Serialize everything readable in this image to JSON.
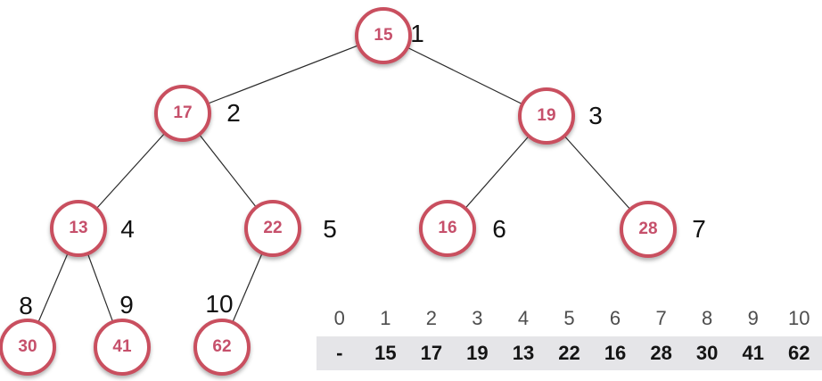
{
  "tree": {
    "nodes": [
      {
        "heap_index": "1",
        "value": "15",
        "label": "1"
      },
      {
        "heap_index": "2",
        "value": "17",
        "label": "2"
      },
      {
        "heap_index": "3",
        "value": "19",
        "label": "3"
      },
      {
        "heap_index": "4",
        "value": "13",
        "label": "4"
      },
      {
        "heap_index": "5",
        "value": "22",
        "label": "5"
      },
      {
        "heap_index": "6",
        "value": "16",
        "label": "6"
      },
      {
        "heap_index": "7",
        "value": "28",
        "label": "7"
      },
      {
        "heap_index": "8",
        "value": "30",
        "label": "8"
      },
      {
        "heap_index": "9",
        "value": "41",
        "label": "9"
      },
      {
        "heap_index": "10",
        "value": "62",
        "label": "10"
      }
    ],
    "edges": [
      [
        "1",
        "2"
      ],
      [
        "1",
        "3"
      ],
      [
        "2",
        "4"
      ],
      [
        "2",
        "5"
      ],
      [
        "3",
        "6"
      ],
      [
        "3",
        "7"
      ],
      [
        "4",
        "8"
      ],
      [
        "4",
        "9"
      ],
      [
        "5",
        "10"
      ]
    ]
  },
  "array": {
    "indices": [
      "0",
      "1",
      "2",
      "3",
      "4",
      "5",
      "6",
      "7",
      "8",
      "9",
      "10"
    ],
    "values": [
      "-",
      "15",
      "17",
      "19",
      "13",
      "22",
      "16",
      "28",
      "30",
      "41",
      "62"
    ]
  },
  "colors": {
    "node_border": "#c94f5f",
    "node_value": "#c6506b",
    "label_text": "#111111",
    "index_text": "#4d4d4d",
    "value_text": "#141414",
    "array_bg": "#e5e5e8",
    "edge": "#2b2b2b"
  }
}
